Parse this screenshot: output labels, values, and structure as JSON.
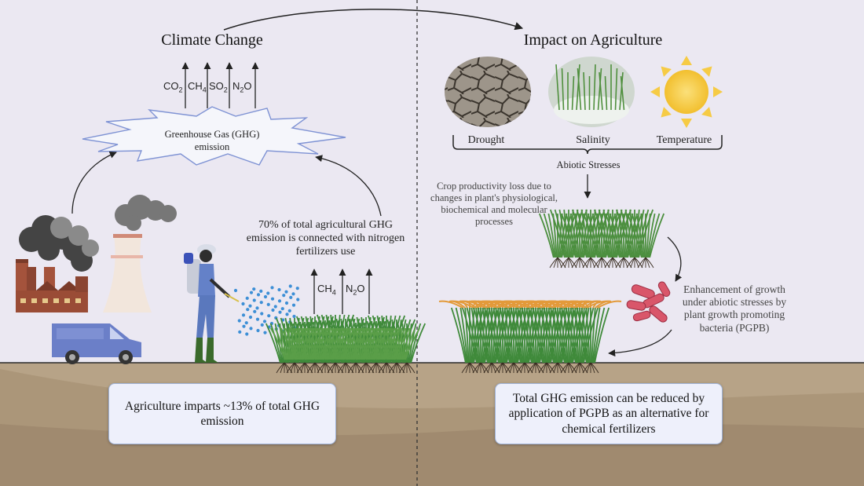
{
  "left": {
    "title": "Climate Change",
    "ghg_label_line1": "Greenhouse Gas (GHG)",
    "ghg_label_line2": "emission",
    "gases_top": [
      {
        "base": "CO",
        "sub": "2"
      },
      {
        "base": "CH",
        "sub": "4"
      },
      {
        "base": "SO",
        "sub": "2"
      },
      {
        "base": "N",
        "sub": "2",
        "tail": "O"
      }
    ],
    "gases_field": [
      {
        "base": "CH",
        "sub": "4"
      },
      {
        "base": "N",
        "sub": "2",
        "tail": "O"
      }
    ],
    "fertilizer_note": "70% of total agricultural GHG emission is connected with nitrogen fertilizers use",
    "summary_box": "Agriculture imparts ~13% of total GHG emission"
  },
  "right": {
    "title": "Impact on Agriculture",
    "stresses": [
      "Drought",
      "Salinity",
      "Temperature"
    ],
    "stress_group_label": "Abiotic Stresses",
    "crop_loss_note": "Crop productivity loss due to changes in plant's physiological, biochemical and molecular processes",
    "pgpb_note": "Enhancement of growth under abiotic stresses by plant growth promoting bacteria (PGPB)",
    "summary_box": "Total GHG emission can be reduced by application of PGPB as an alternative for chemical fertilizers"
  },
  "colors": {
    "sky": "#ebe8f2",
    "soil_top": "#b7a387",
    "soil_dark": "#a08a6f",
    "box_border": "#9fb2d6",
    "van": "#6b7fc8",
    "sun": "#f6cb45",
    "bacteria": "#d9566a",
    "grass": "#3f8a3a",
    "wheat": "#e39a3a"
  }
}
